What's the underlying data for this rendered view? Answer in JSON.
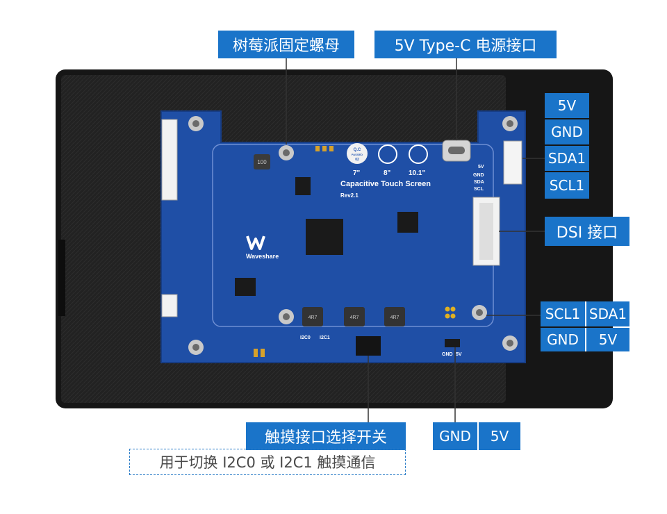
{
  "callouts": {
    "mount_nut": "树莓派固定螺母",
    "usb_c_power": "5V Type-C 电源接口",
    "dsi_port": "DSI 接口",
    "touch_switch": "触摸接口选择开关",
    "touch_switch_note": "用于切换 I2C0 或 I2C1 触摸通信"
  },
  "i2c_header_pins": [
    "5V",
    "GND",
    "SDA1",
    "SCL1"
  ],
  "pogo_pins": {
    "top_left": "SCL1",
    "top_right": "SDA1",
    "bottom_left": "GND",
    "bottom_right": "5V"
  },
  "bottom_header_pins": [
    "GND",
    "5V"
  ],
  "board": {
    "brand": "Waveshare",
    "product": "Capacitive Touch Screen",
    "revision": "Rev2.1",
    "size_options": [
      "7\"",
      "8\"",
      "10.1\""
    ],
    "qc_label": "Q.C",
    "qc_sub": "PASSED",
    "qc_num": "02",
    "inductor_mark": "100",
    "inductor_mark_2": "4R7",
    "header_silk": [
      "5V",
      "GND",
      "SDA",
      "SCL"
    ],
    "switch_labels": [
      "I2C0",
      "I2C1"
    ],
    "header_silk_bottom": [
      "GND",
      "5V"
    ]
  },
  "colors": {
    "callout_bg": "#1a74c9",
    "pcb_blue": "#1f4fa6",
    "panel_black": "#1f1f1f",
    "leader_line": "#333333"
  }
}
